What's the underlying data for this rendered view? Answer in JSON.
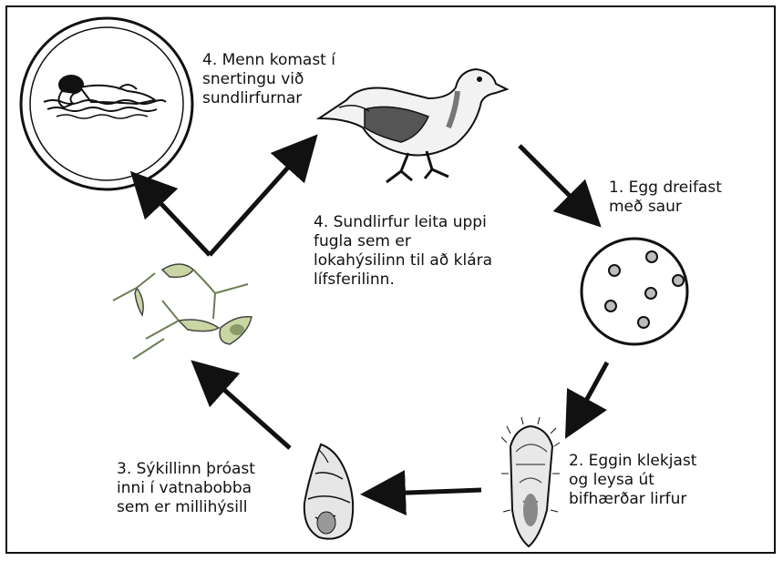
{
  "labels": {
    "step4_human": "4. Menn komast í\nsnertingu við\nsundlirfurnar",
    "step1": "1. Egg dreifast\nmeð saur",
    "step2": "2. Eggin klekjast\nog leysa út\nbifhærðar lirfur",
    "step3": "3. Sýkillinn þróast\ninni í vatnabobba\nsem er millihýsill",
    "step4_bird": "4. Sundlirfur leita uppi\nfugla sem er\nlokahýsilinn til að klára\nlífsferilinn."
  },
  "icons": {
    "swimmer": "swimmer-in-circle-icon",
    "duck": "duck-icon",
    "eggs": "eggs-in-circle-icon",
    "miracidium": "ciliated-larva-icon",
    "snail": "snail-icon",
    "cercariae": "cercariae-icon"
  },
  "colors": {
    "line": "#111111",
    "egg_fill": "#bdbdbd",
    "larva_fill": "#c9d6a3"
  }
}
